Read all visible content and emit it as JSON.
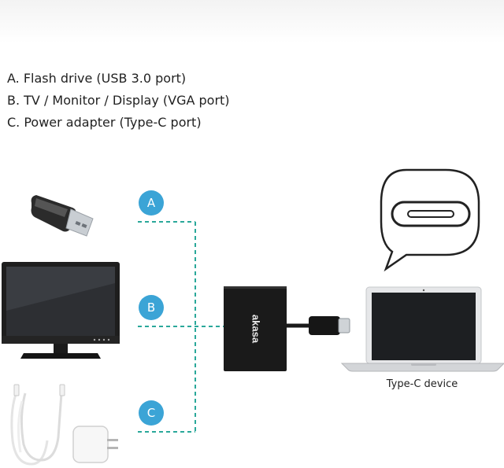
{
  "legend": {
    "items": [
      "A. Flash drive (USB 3.0 port)",
      "B. TV / Monitor / Display (VGA port)",
      "C. Power adapter (Type-C port)"
    ]
  },
  "badges": {
    "a": "A",
    "b": "B",
    "c": "C"
  },
  "hub": {
    "brand": "akasa"
  },
  "device": {
    "label": "Type-C device"
  },
  "colors": {
    "badge": "#3ba4d6",
    "connector_line": "#2aa89a",
    "hub_body": "#1a1a1a"
  },
  "icons": [
    "usb-flash-drive-icon",
    "monitor-icon",
    "power-adapter-icon",
    "type-c-port-callout-icon",
    "laptop-icon"
  ]
}
